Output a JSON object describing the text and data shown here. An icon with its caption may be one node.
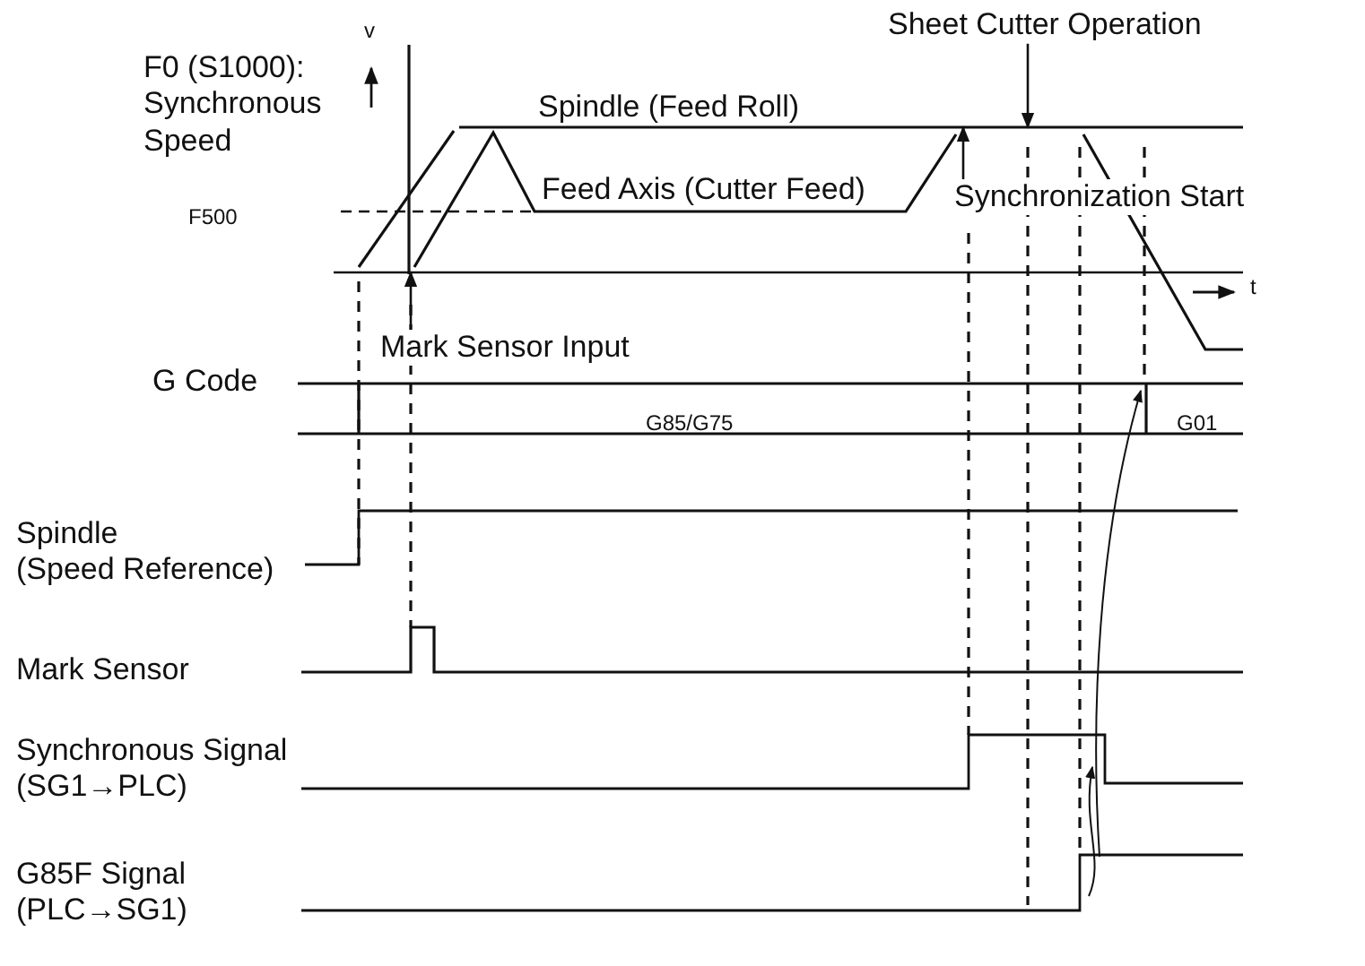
{
  "diagram": {
    "nodes": [
      {
        "text": [
          "Sheet Cutter Operation"
        ]
      },
      {
        "text": [
          "Synchronization Start"
        ]
      },
      {
        "text": [
          "Mark Sensor Input"
        ]
      },
      {
        "text": [],
        "shape": "curve"
      },
      {
        "text": [],
        "shape": "line"
      }
    ],
    "edges": [
      {
        "from": 0,
        "to": 3,
        "arrow": "to"
      },
      {
        "from": 1,
        "to": 3,
        "arrow": "to"
      },
      {
        "from": 2,
        "to": 4,
        "arrow": "to"
      }
    ],
    "labels": [
      "v",
      "F0 (S1000): Synchronous Speed",
      "Spindle (Feed Roll)",
      "Feed Axis (Cutter Feed)",
      "F500",
      "t",
      "G Code",
      "G85/G75",
      "G01",
      "Spindle (Speed Reference)",
      "Mark Sensor",
      "Synchronous Signal (SG1→PLC)",
      "G85F Signal (PLC→SG1)"
    ]
  }
}
